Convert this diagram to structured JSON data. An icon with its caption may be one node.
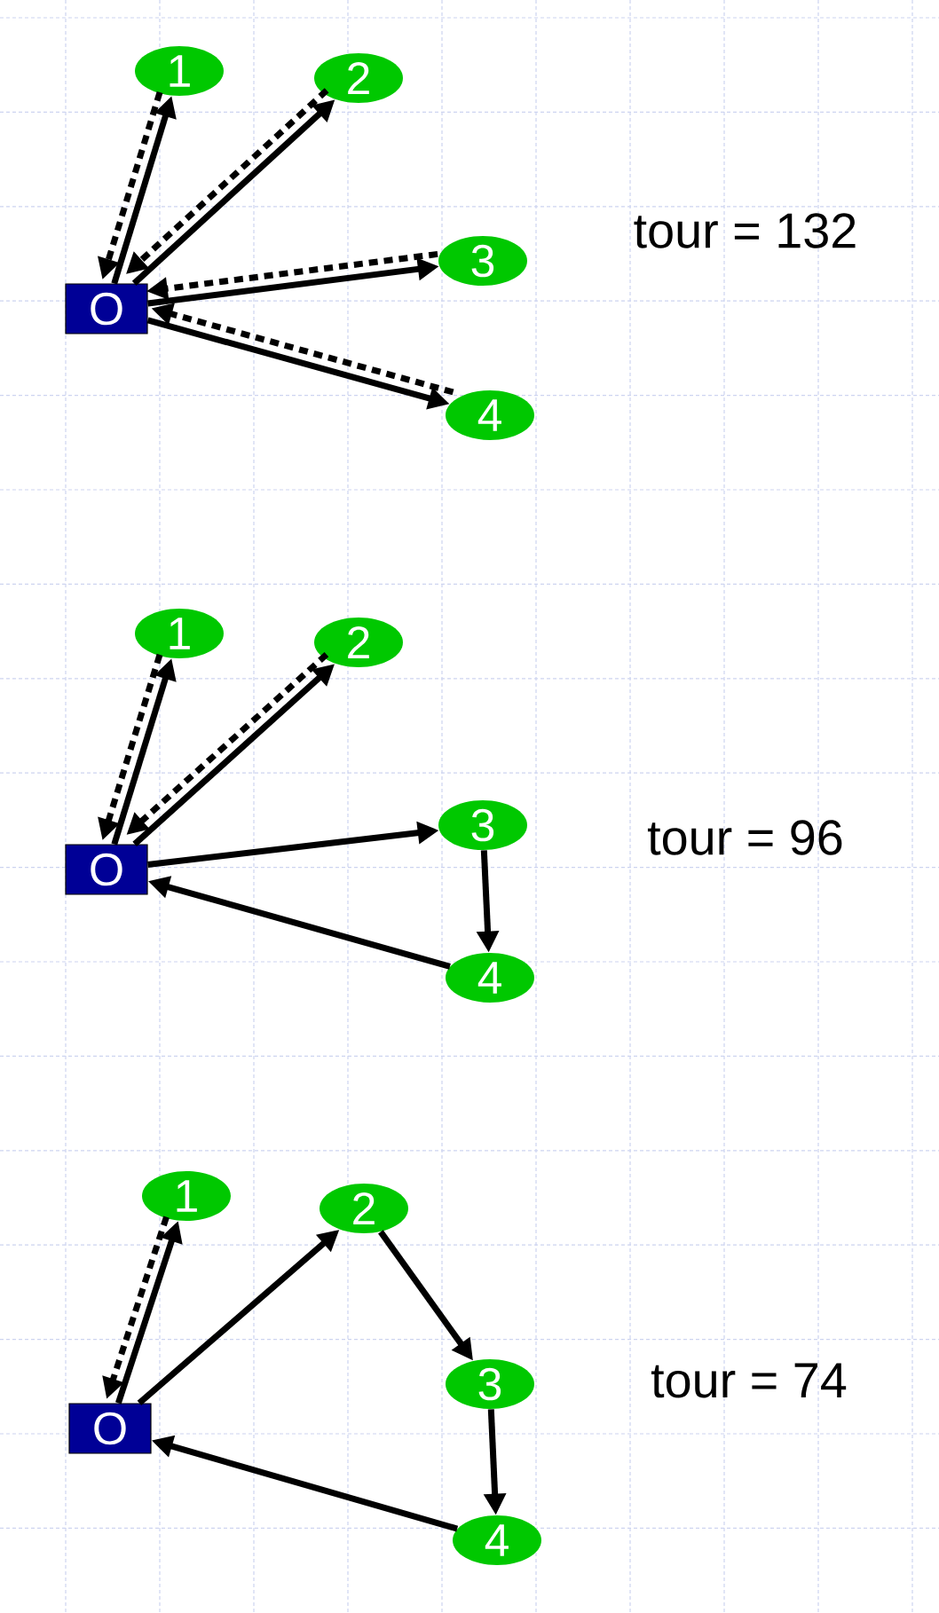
{
  "diagram": {
    "nodes": [
      {
        "text": [
          "1"
        ]
      },
      {
        "text": [
          "2"
        ]
      },
      {
        "text": [
          "O"
        ]
      },
      {
        "text": [
          "3"
        ]
      },
      {
        "text": [
          "4"
        ]
      },
      {
        "text": [
          "1"
        ]
      },
      {
        "text": [
          "2"
        ]
      },
      {
        "text": [
          "O"
        ]
      },
      {
        "text": [
          "3"
        ]
      },
      {
        "text": [
          "4"
        ]
      },
      {
        "text": [
          "1"
        ]
      },
      {
        "text": [
          "2"
        ]
      },
      {
        "text": [
          "O"
        ]
      },
      {
        "text": [
          "3"
        ]
      },
      {
        "text": [
          "4"
        ]
      }
    ],
    "edges": [
      {
        "from": 2,
        "to": 0,
        "arrow": "to"
      },
      {
        "from": 0,
        "to": 2,
        "arrow": "to",
        "style": "dashed"
      },
      {
        "from": 2,
        "to": 1,
        "arrow": "to"
      },
      {
        "from": 1,
        "to": 2,
        "arrow": "to",
        "style": "dashed"
      },
      {
        "from": 2,
        "to": 3,
        "arrow": "to"
      },
      {
        "from": 3,
        "to": 2,
        "arrow": "to",
        "style": "dashed"
      },
      {
        "from": 2,
        "to": 4,
        "arrow": "to"
      },
      {
        "from": 4,
        "to": 2,
        "arrow": "to",
        "style": "dashed"
      },
      {
        "from": 7,
        "to": 5,
        "arrow": "to"
      },
      {
        "from": 5,
        "to": 7,
        "arrow": "to",
        "style": "dashed"
      },
      {
        "from": 7,
        "to": 6,
        "arrow": "to"
      },
      {
        "from": 6,
        "to": 7,
        "arrow": "to",
        "style": "dashed"
      },
      {
        "from": 7,
        "to": 8,
        "arrow": "to"
      },
      {
        "from": 8,
        "to": 9,
        "arrow": "to"
      },
      {
        "from": 9,
        "to": 7,
        "arrow": "to"
      },
      {
        "from": 12,
        "to": 10,
        "arrow": "to"
      },
      {
        "from": 10,
        "to": 12,
        "arrow": "to",
        "style": "dashed"
      },
      {
        "from": 12,
        "to": 11,
        "arrow": "to"
      },
      {
        "from": 11,
        "to": 13,
        "arrow": "to"
      },
      {
        "from": 13,
        "to": 14,
        "arrow": "to"
      },
      {
        "from": 14,
        "to": 12,
        "arrow": "to"
      }
    ],
    "labels": [
      "tour = 132",
      "tour = 96",
      "tour = 74"
    ]
  }
}
